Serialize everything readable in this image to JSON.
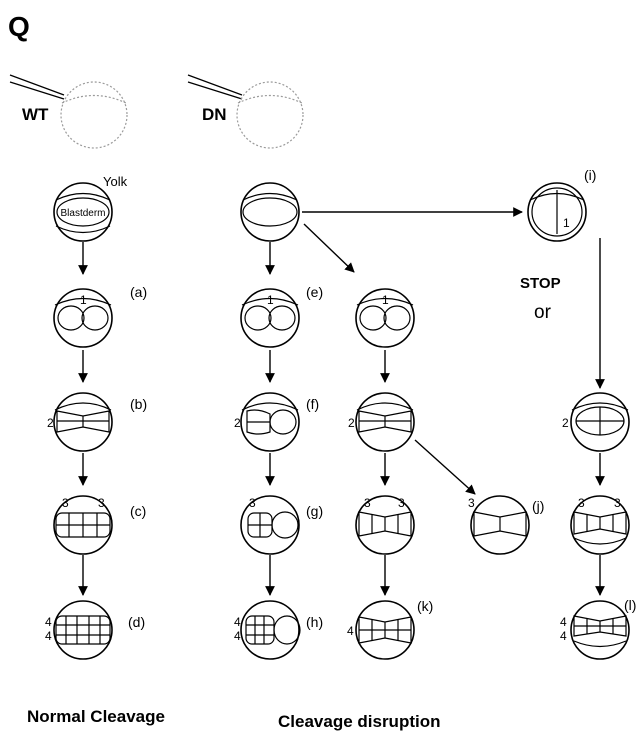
{
  "panel_letter": "Q",
  "injections": {
    "wt_label": "WT",
    "dn_label": "DN"
  },
  "stage_labels": {
    "yolk": "Yolk",
    "blastderm": "Blastderm",
    "stop": "STOP",
    "or": "or"
  },
  "letters": {
    "a": "(a)",
    "b": "(b)",
    "c": "(c)",
    "d": "(d)",
    "e": "(e)",
    "f": "(f)",
    "g": "(g)",
    "h": "(h)",
    "i": "(i)",
    "j": "(j)",
    "k": "(k)",
    "l": "(l)"
  },
  "cleavage_numbers": {
    "one": "1",
    "two": "2",
    "three": "3",
    "four": "4"
  },
  "captions": {
    "normal": "Normal Cleavage",
    "disruption": "Cleavage disruption"
  }
}
